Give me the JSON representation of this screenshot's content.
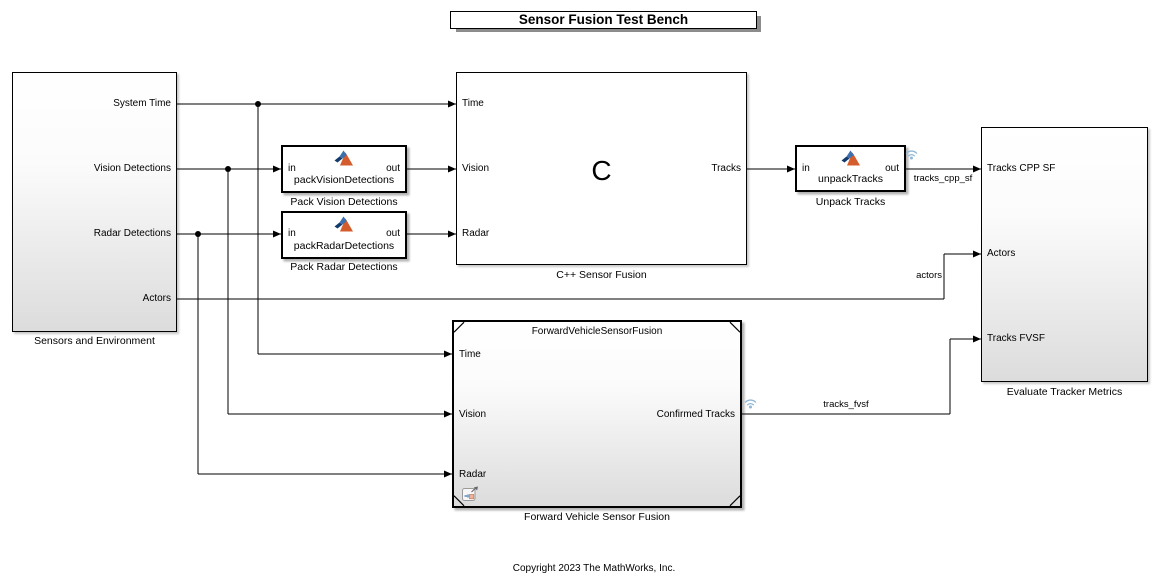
{
  "app": {
    "title_bar": "Sensor Fusion Test Bench",
    "copyright": "Copyright 2023 The MathWorks, Inc."
  },
  "blocks": {
    "sensors": {
      "label": "Sensors and Environment",
      "ports": [
        "System Time",
        "Vision Detections",
        "Radar Detections",
        "Actors"
      ]
    },
    "pack_vision": {
      "fcn": "packVisionDetections",
      "label": "Pack Vision Detections",
      "in": "in",
      "out": "out"
    },
    "pack_radar": {
      "fcn": "packRadarDetections",
      "label": "Pack Radar Detections",
      "in": "in",
      "out": "out"
    },
    "cpp_fusion": {
      "glyph": "C",
      "label": "C++ Sensor Fusion",
      "ports_in": [
        "Time",
        "Vision",
        "Radar"
      ],
      "port_out": "Tracks"
    },
    "unpack": {
      "fcn": "unpackTracks",
      "label": "Unpack Tracks",
      "in": "in",
      "out": "out"
    },
    "fvsf": {
      "header": "ForwardVehicleSensorFusion",
      "label": "Forward Vehicle Sensor Fusion",
      "ports_in": [
        "Time",
        "Vision",
        "Radar"
      ],
      "port_out": "Confirmed Tracks"
    },
    "evaluate": {
      "label": "Evaluate Tracker Metrics",
      "ports_in": [
        "Tracks CPP SF",
        "Actors",
        "Tracks FVSF"
      ]
    }
  },
  "signals": {
    "cpp": "tracks_cpp_sf",
    "actors": "actors",
    "fvsf": "tracks_fvsf"
  },
  "icons": {
    "matlab": "matlab-logo-icon",
    "stream": "signal-streaming-icon",
    "modelref": "model-reference-icon"
  },
  "colors": {
    "wire": "#000000",
    "badge": "#8fb8d8",
    "matlab_orange": "#d45b2b",
    "matlab_blue": "#3b6fae",
    "matlab_blue_dark": "#123b6d",
    "block_gradient_end": "#dcdcdc"
  }
}
